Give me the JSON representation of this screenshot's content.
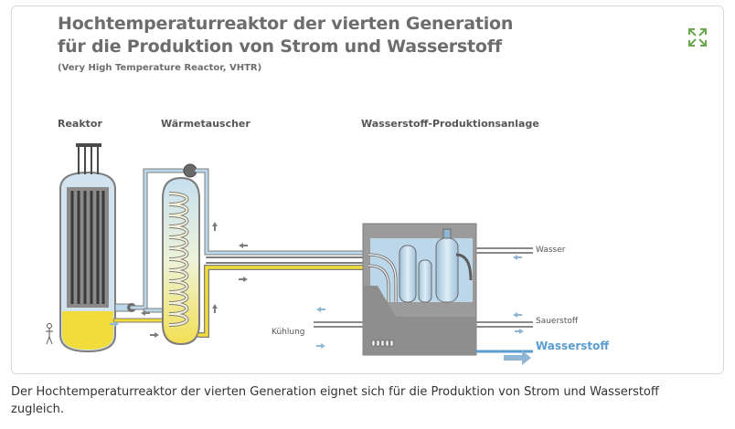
{
  "figure": {
    "title_line1": "Hochtemperaturreaktor der vierten Generation",
    "title_line2": "für die Produktion von Strom und Wasserstoff",
    "subtitle": "(Very High Temperature Reactor, VHTR)",
    "sections": {
      "reactor": "Reaktor",
      "heat_exchanger": "Wärmetauscher",
      "hydrogen_plant": "Wasserstoff-Produktionsanlage"
    },
    "labels": {
      "water": "Wasser",
      "cooling": "Kühlung",
      "oxygen": "Sauerstoff",
      "hydrogen": "Wasserstoff"
    },
    "icons": {
      "expand": "expand-icon",
      "person": "person-icon"
    },
    "colors": {
      "hot_fluid": "#f2dc3c",
      "cold_fluid": "#bcd7ea",
      "vessel_outline": "#7d7d7d",
      "hydrogen_label": "#5a9dd0",
      "expand_icon": "#6aa84f"
    }
  },
  "caption": "Der Hochtemperaturreaktor der vierten Generation eignet sich für die Produktion von Strom und Wasserstoff zugleich."
}
